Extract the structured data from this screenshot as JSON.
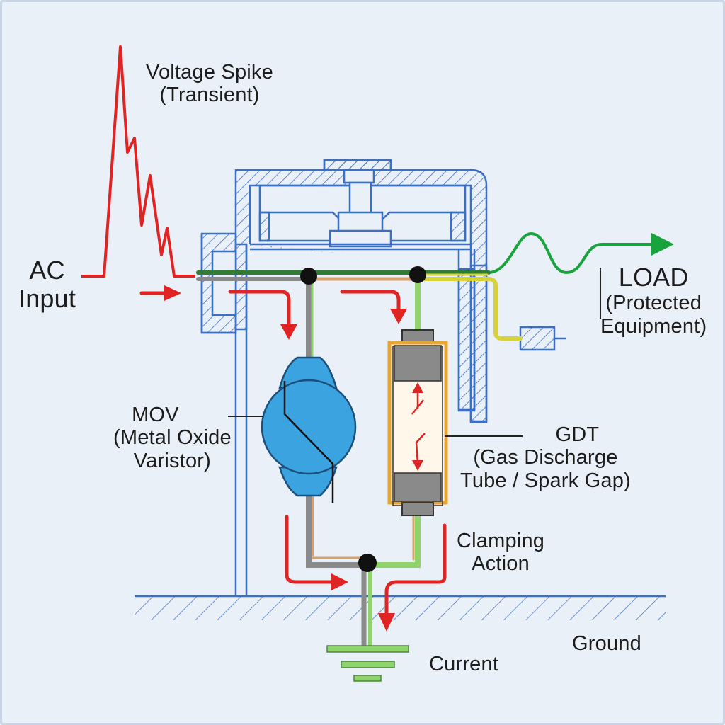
{
  "labels": {
    "spike_line1": "Voltage Spike",
    "spike_line2": "(Transient)",
    "ac_line1": "AC",
    "ac_line2": "Input",
    "load_line1": "LOAD",
    "load_line2": "(Protected",
    "load_line3": "Equipment)",
    "mov_line1": "MOV",
    "mov_line2": "(Metal Oxide",
    "mov_line3": "Varistor)",
    "gdt_line1": "GDT",
    "gdt_line2": "(Gas Discharge",
    "gdt_line3": "Tube / Spark Gap)",
    "clamp_line1": "Clamping",
    "clamp_line2": "Action",
    "ground": "Ground",
    "current": "Current"
  },
  "colors": {
    "housing": "#3a6fc4",
    "spike": "#e02424",
    "arrow": "#e02424",
    "output_wave": "#19a33c",
    "mov_body": "#3aa3e0",
    "gdt_frame": "#e8a530",
    "line_wire": "#2e7d32",
    "neutral_wire": "#8a8a8a",
    "yellow_wire": "#d8d23a",
    "ground_green": "#8fd46a"
  }
}
